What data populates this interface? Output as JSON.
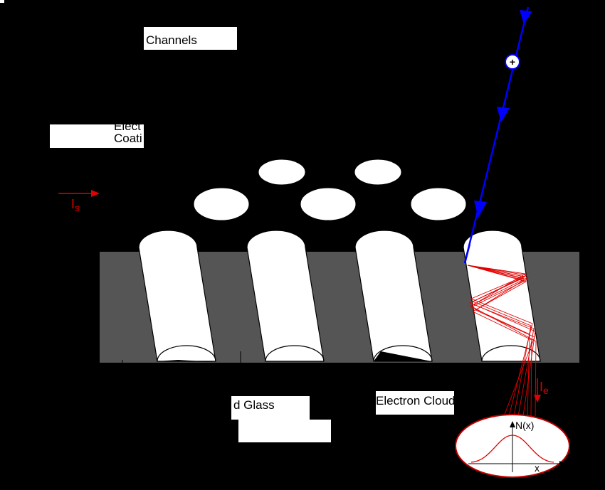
{
  "labels": {
    "channels": "Channels",
    "coating_line1": "Elect",
    "coating_line2": "Coati",
    "glass": "d Glass",
    "electron_cloud": "Electron Cloud",
    "current_s": "Is",
    "current_e": "Ie",
    "ion_symbol": "+",
    "dist_y_label": "N(x)",
    "dist_x_label": "x"
  },
  "colors": {
    "background": "#000000",
    "plate": "#555555",
    "channel": "#ffffff",
    "ion_path": "#0000ff",
    "electron": "#e00000"
  }
}
